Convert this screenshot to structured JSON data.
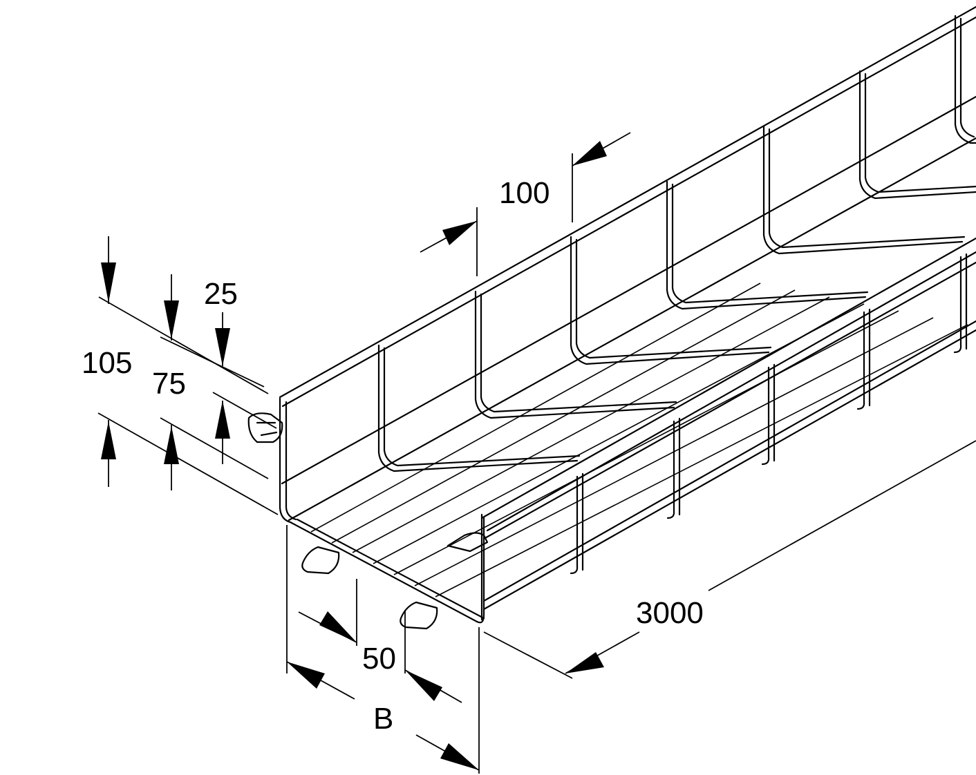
{
  "dimensions": {
    "mesh_pitch": "100",
    "total_height": "105",
    "side_height": "75",
    "top_offset": "25",
    "bottom_pitch": "50",
    "width": "B",
    "length": "3000"
  },
  "colors": {
    "line": "#000000",
    "background": "#ffffff"
  }
}
